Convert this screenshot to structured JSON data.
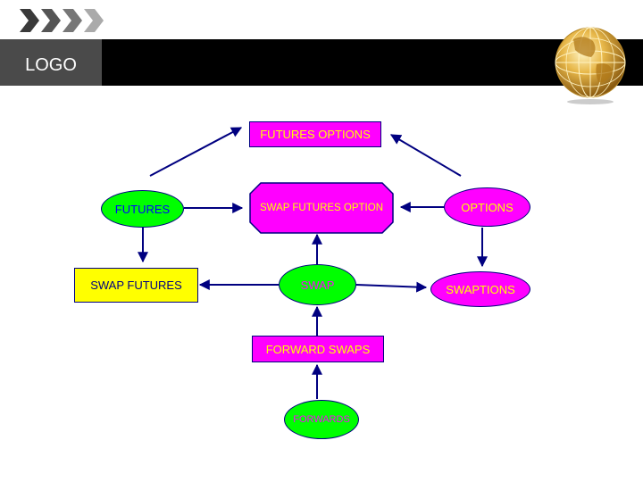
{
  "header": {
    "logo_text": "LOGO",
    "chevron_icon": "chevron-right-icon",
    "globe_icon": "gold-globe-icon"
  },
  "colors": {
    "magenta": "#ff00ff",
    "green": "#00ff00",
    "yellow": "#ffff00",
    "navy": "#000080",
    "blue": "#0000ff",
    "header_black": "#000000",
    "logo_gray": "#4a4a4a"
  },
  "diagram": {
    "nodes": {
      "futures_options": "FUTURES OPTIONS",
      "futures": "FUTURES",
      "swap_futures_option": "SWAP FUTURES OPTION",
      "options": "OPTIONS",
      "swap_futures": "SWAP FUTURES",
      "swap": "SWAP",
      "swaptions": "SWAPTIONS",
      "forward_swaps": "FORWARD SWAPS",
      "forwards": "FORWARDS"
    },
    "edges": [
      {
        "from": "futures",
        "to": "futures_options"
      },
      {
        "from": "options",
        "to": "futures_options"
      },
      {
        "from": "futures",
        "to": "swap_futures_option"
      },
      {
        "from": "options",
        "to": "swap_futures_option"
      },
      {
        "from": "futures",
        "to": "swap_futures"
      },
      {
        "from": "options",
        "to": "swaptions"
      },
      {
        "from": "swap",
        "to": "swap_futures"
      },
      {
        "from": "swap",
        "to": "swaptions"
      },
      {
        "from": "swap",
        "to": "swap_futures_option"
      },
      {
        "from": "forward_swaps",
        "to": "swap"
      },
      {
        "from": "forwards",
        "to": "forward_swaps"
      }
    ]
  }
}
